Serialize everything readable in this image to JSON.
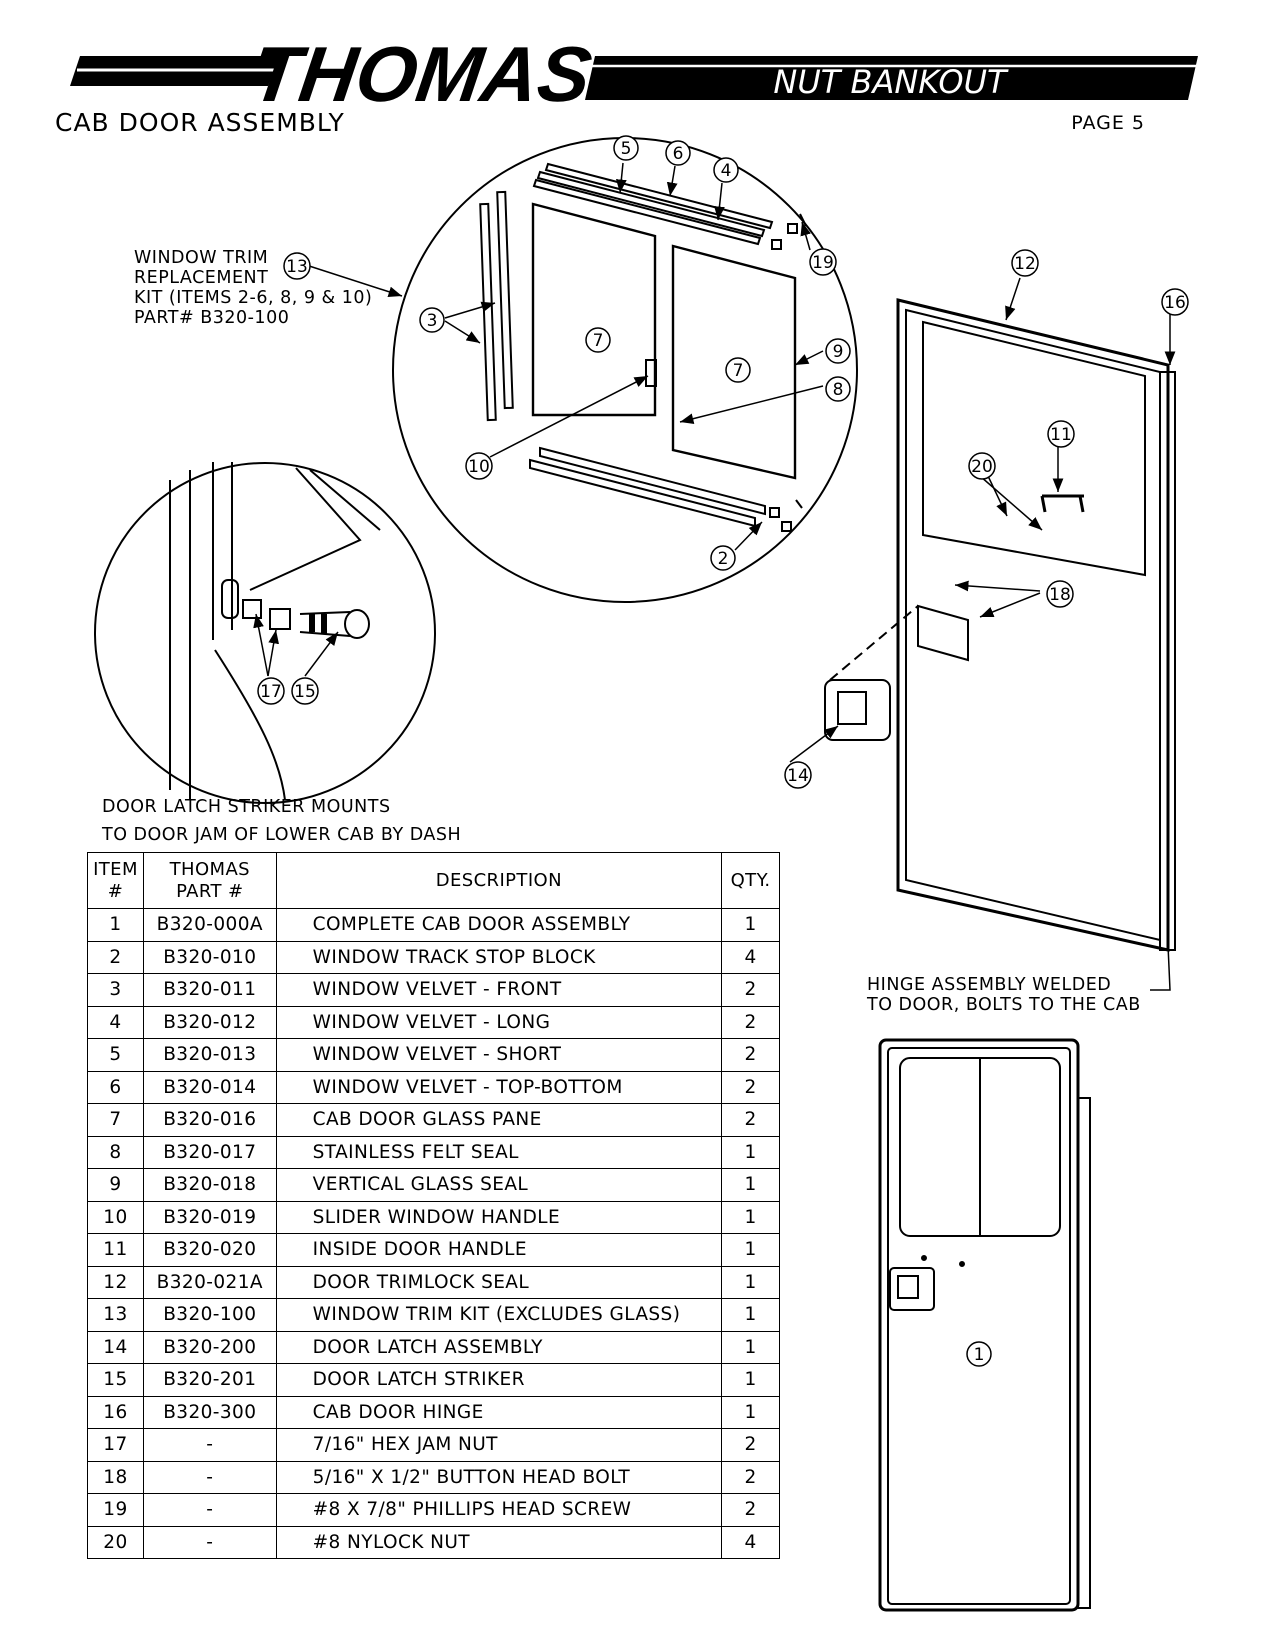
{
  "header": {
    "brand": "THOMAS",
    "product": "NUT BANKOUT",
    "title": "CAB DOOR ASSEMBLY",
    "page": "PAGE 5"
  },
  "notes": {
    "trim_kit": "WINDOW TRIM\nREPLACEMENT\nKIT (ITEMS 2-6, 8, 9 & 10)\nPART# B320-100",
    "striker": "DOOR LATCH STRIKER MOUNTS\nTO DOOR JAM OF LOWER CAB BY DASH",
    "hinge": "HINGE ASSEMBLY WELDED\nTO DOOR, BOLTS TO THE CAB"
  },
  "callouts": [
    "1",
    "2",
    "3",
    "4",
    "5",
    "6",
    "7",
    "8",
    "9",
    "10",
    "11",
    "12",
    "13",
    "14",
    "15",
    "16",
    "17",
    "18",
    "19",
    "20"
  ],
  "table": {
    "headers": {
      "item": "ITEM\n#",
      "part": "THOMAS\nPART #",
      "desc": "DESCRIPTION",
      "qty": "QTY."
    },
    "rows": [
      {
        "item": "1",
        "part": "B320-000A",
        "desc": "COMPLETE CAB DOOR ASSEMBLY",
        "qty": "1"
      },
      {
        "item": "2",
        "part": "B320-010",
        "desc": "WINDOW TRACK STOP BLOCK",
        "qty": "4"
      },
      {
        "item": "3",
        "part": "B320-011",
        "desc": "WINDOW VELVET - FRONT",
        "qty": "2"
      },
      {
        "item": "4",
        "part": "B320-012",
        "desc": "WINDOW VELVET - LONG",
        "qty": "2"
      },
      {
        "item": "5",
        "part": "B320-013",
        "desc": "WINDOW VELVET - SHORT",
        "qty": "2"
      },
      {
        "item": "6",
        "part": "B320-014",
        "desc": "WINDOW VELVET - TOP-BOTTOM",
        "qty": "2"
      },
      {
        "item": "7",
        "part": "B320-016",
        "desc": "CAB DOOR GLASS PANE",
        "qty": "2"
      },
      {
        "item": "8",
        "part": "B320-017",
        "desc": "STAINLESS FELT SEAL",
        "qty": "1"
      },
      {
        "item": "9",
        "part": "B320-018",
        "desc": "VERTICAL GLASS SEAL",
        "qty": "1"
      },
      {
        "item": "10",
        "part": "B320-019",
        "desc": "SLIDER WINDOW HANDLE",
        "qty": "1"
      },
      {
        "item": "11",
        "part": "B320-020",
        "desc": "INSIDE DOOR HANDLE",
        "qty": "1"
      },
      {
        "item": "12",
        "part": "B320-021A",
        "desc": "DOOR TRIMLOCK SEAL",
        "qty": "1"
      },
      {
        "item": "13",
        "part": "B320-100",
        "desc": "WINDOW TRIM KIT (EXCLUDES GLASS)",
        "qty": "1"
      },
      {
        "item": "14",
        "part": "B320-200",
        "desc": "DOOR LATCH ASSEMBLY",
        "qty": "1"
      },
      {
        "item": "15",
        "part": "B320-201",
        "desc": "DOOR LATCH STRIKER",
        "qty": "1"
      },
      {
        "item": "16",
        "part": "B320-300",
        "desc": "CAB DOOR HINGE",
        "qty": "1"
      },
      {
        "item": "17",
        "part": "-",
        "desc": "7/16\" HEX JAM NUT",
        "qty": "2"
      },
      {
        "item": "18",
        "part": "-",
        "desc": "5/16\" X 1/2\" BUTTON HEAD BOLT",
        "qty": "2"
      },
      {
        "item": "19",
        "part": "-",
        "desc": "#8 X 7/8\" PHILLIPS HEAD SCREW",
        "qty": "2"
      },
      {
        "item": "20",
        "part": "-",
        "desc": "#8 NYLOCK NUT",
        "qty": "4"
      }
    ]
  }
}
